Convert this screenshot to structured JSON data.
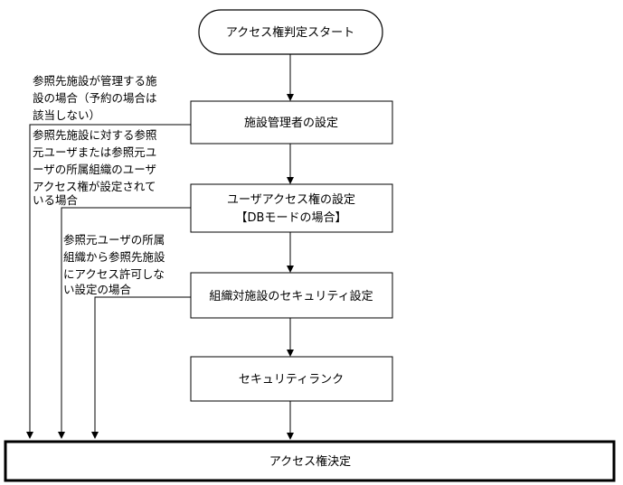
{
  "nodes": {
    "start": "アクセス権判定スタート",
    "facility_admin": "施設管理者の設定",
    "user_access_line1": "ユーザアクセス権の設定",
    "user_access_line2": "【DBモードの場合】",
    "org_security": "組織対施設のセキュリティ設定",
    "security_rank": "セキュリティランク",
    "decision": "アクセス権決定"
  },
  "conditions": {
    "cond1": [
      "参照先施設が管理する施",
      "設の場合（予約の場合は",
      "該当しない）"
    ],
    "cond2": [
      "参照先施設に対する参照",
      "元ユーザまたは参照元ユ",
      "ーザの所属組織のユーザ",
      "アクセス権が設定されて",
      "いる場合"
    ],
    "cond3": [
      "参照元ユーザの所属",
      "組織から参照先施設",
      "にアクセス許可しな",
      "い設定の場合"
    ]
  }
}
